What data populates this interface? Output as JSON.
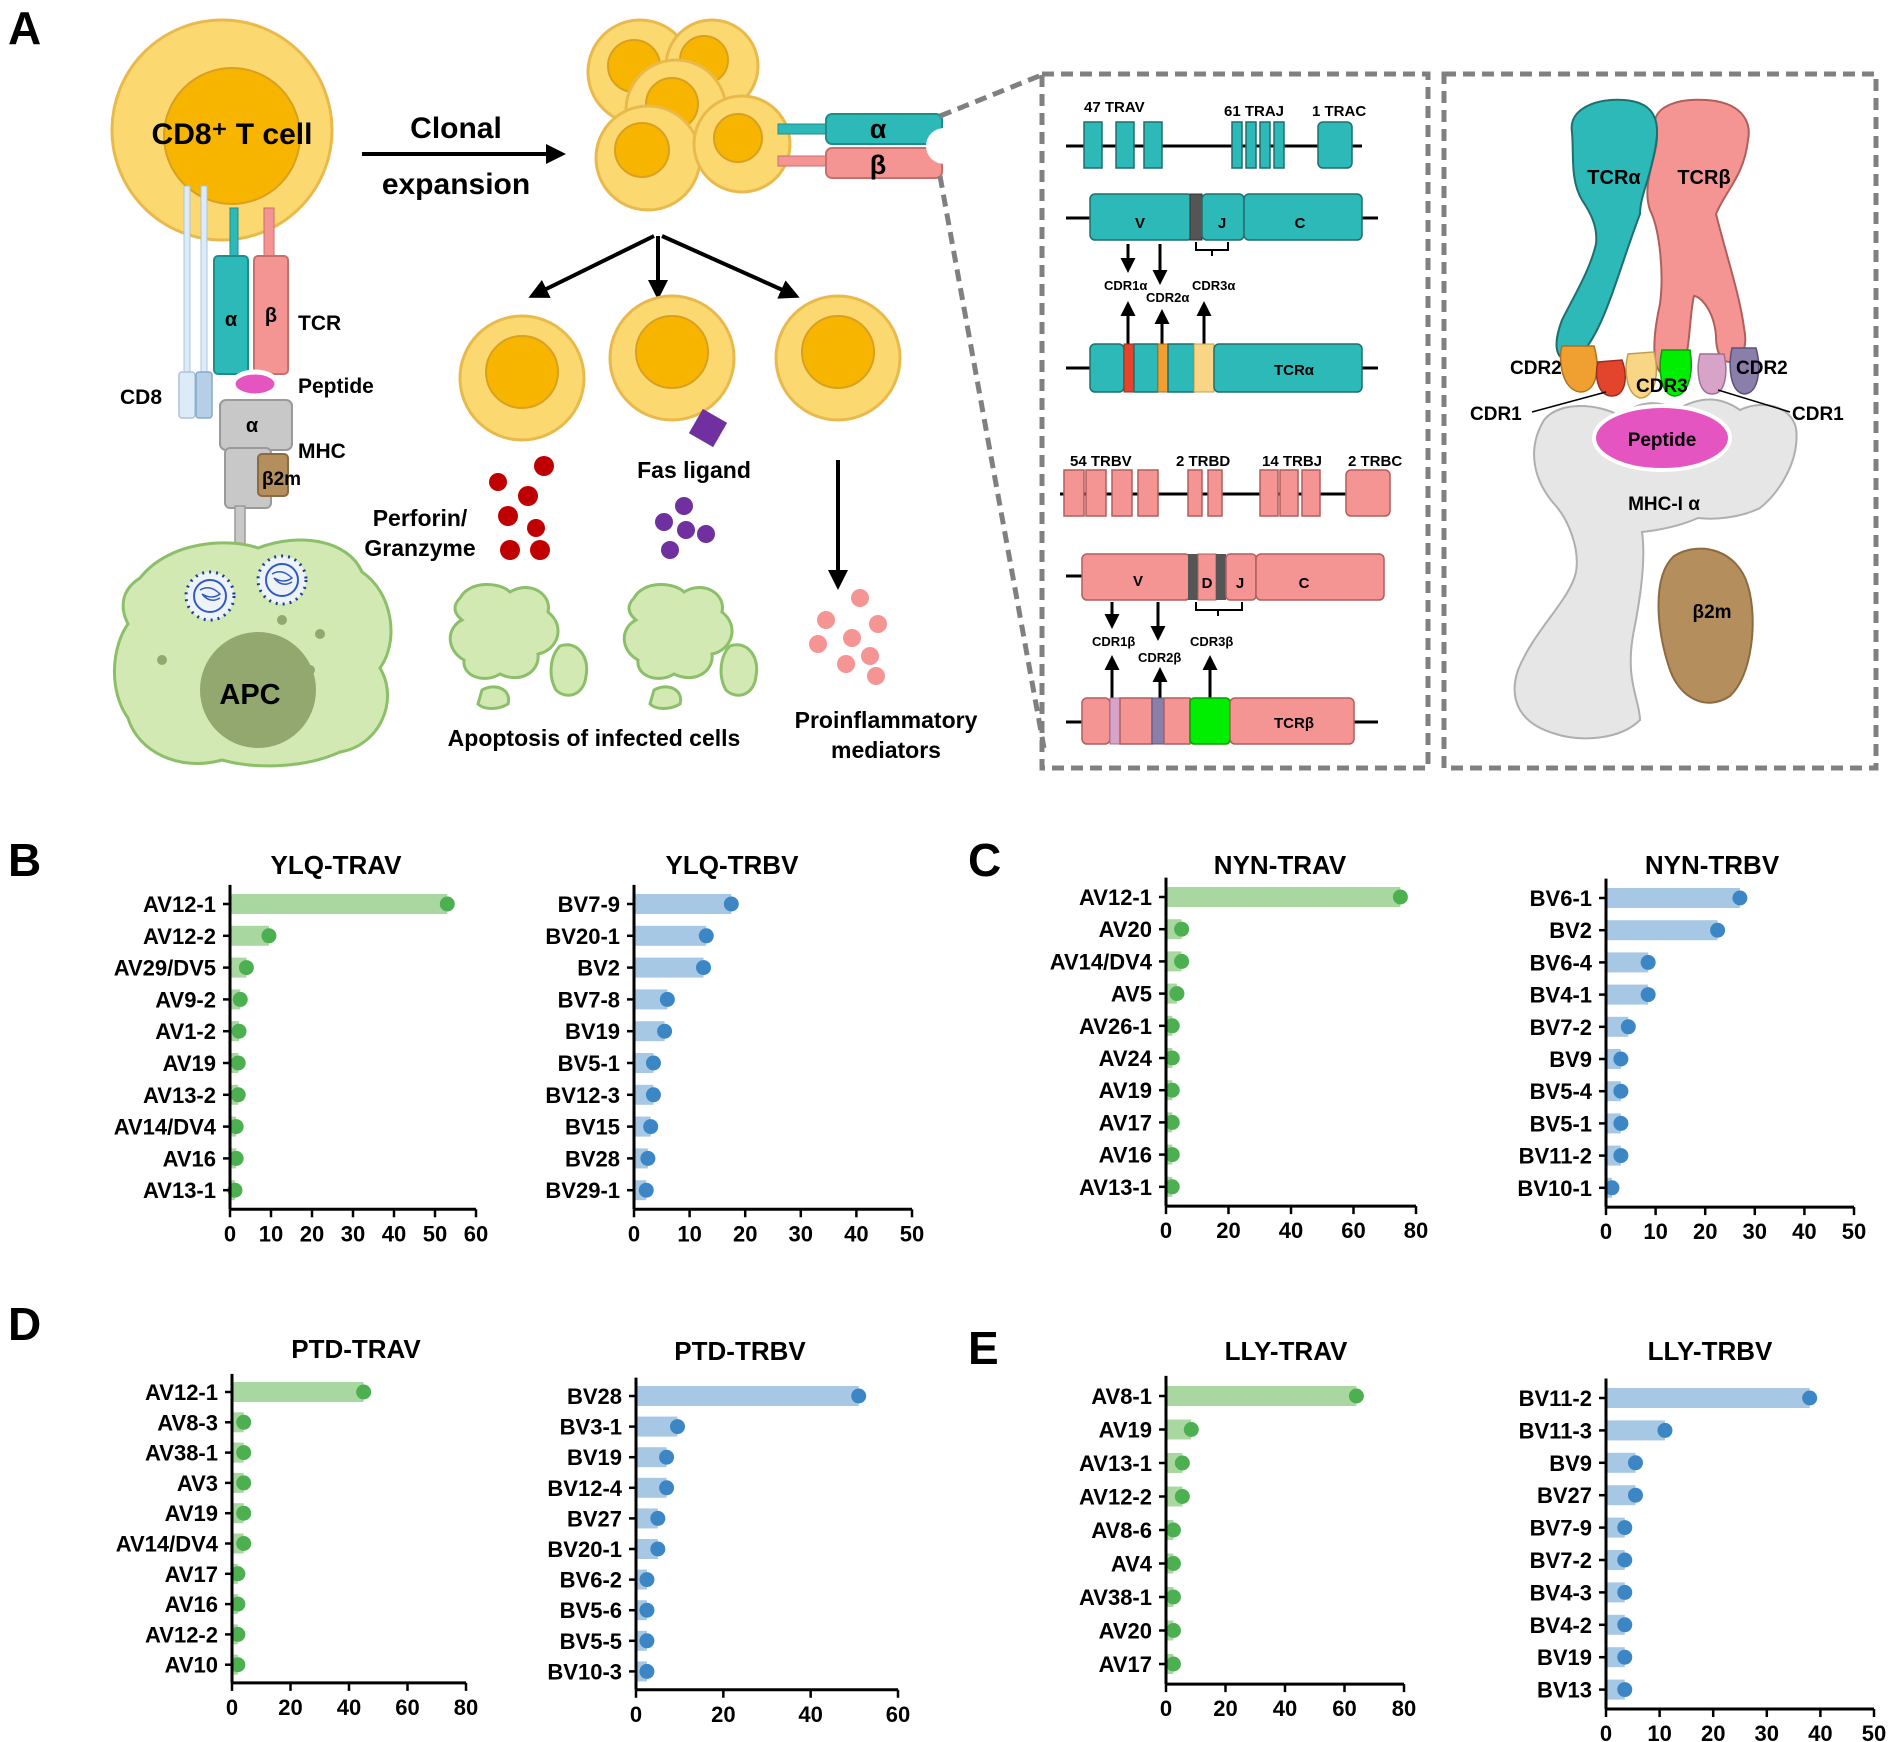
{
  "panels": {
    "A": "A",
    "B": "B",
    "C": "C",
    "D": "D",
    "E": "E"
  },
  "colors": {
    "cell_outer": "#FCD970",
    "cell_inner": "#F8B500",
    "tcr_alpha": "#2DB9B7",
    "tcr_beta": "#F59593",
    "peptide": "#E455C2",
    "mhc": "#C8C8C8",
    "b2m": "#B58E5E",
    "apc_body": "#D3E9B3",
    "apc_nucleus": "#92A86E",
    "cdr3_beta": "#00EE00",
    "trav_bar": "#A8D8A0",
    "trav_dot": "#4CAF50",
    "trbv_bar": "#A6C8E4",
    "trbv_dot": "#3C86C6"
  },
  "diagram": {
    "cd8_t_cell": "CD8⁺ T cell",
    "clonal": "Clonal",
    "expansion": "expansion",
    "alpha": "α",
    "beta": "β",
    "tcr": "TCR",
    "cd8": "CD8",
    "peptide": "Peptide",
    "mhc": "MHC",
    "mhc_alpha": "α",
    "b2m": "β2m",
    "apc": "APC",
    "perforin": "Perforin/",
    "granzyme": "Granzyme",
    "fas_ligand": "Fas ligand",
    "apoptosis": "Apoptosis of infected cells",
    "proinflammatory": "Proinflammatory",
    "mediators": "mediators",
    "trav": "47 TRAV",
    "traj": "61 TRAJ",
    "trac": "1 TRAC",
    "v": "V",
    "j": "J",
    "c": "C",
    "d": "D",
    "cdr1a": "CDR1α",
    "cdr2a": "CDR2α",
    "cdr3a": "CDR3α",
    "tcr_alpha_chain": "TCRα",
    "trbv": "54 TRBV",
    "trbd": "2 TRBD",
    "trbj": "14 TRBJ",
    "trbc": "2 TRBC",
    "cdr1b": "CDR1β",
    "cdr2b": "CDR2β",
    "cdr3b": "CDR3β",
    "tcr_beta_chain": "TCRβ",
    "struct_tcra": "TCRα",
    "struct_tcrb": "TCRβ",
    "cdr2_left": "CDR2",
    "cdr3": "CDR3",
    "cdr2_right": "CDR2",
    "cdr1_left": "CDR1",
    "cdr1_right": "CDR1",
    "struct_peptide": "Peptide",
    "mhc_i_alpha": "MHC-I α",
    "struct_b2m": "β2m"
  },
  "chart_data": [
    {
      "id": "ylq-trav",
      "panel": "B",
      "type": "bar",
      "title": "YLQ-TRAV",
      "color": "trav",
      "categories": [
        "AV12-1",
        "AV12-2",
        "AV29/DV5",
        "AV9-2",
        "AV1-2",
        "AV19",
        "AV13-2",
        "AV14/DV4",
        "AV16",
        "AV13-1"
      ],
      "values": [
        53,
        9.5,
        4,
        2.5,
        2.2,
        2,
        2,
        1.5,
        1.5,
        1.2
      ],
      "xlim": [
        0,
        60
      ],
      "ticks": [
        0,
        10,
        20,
        30,
        40,
        50,
        60
      ]
    },
    {
      "id": "ylq-trbv",
      "panel": "B",
      "type": "bar",
      "title": "YLQ-TRBV",
      "color": "trbv",
      "categories": [
        "BV7-9",
        "BV20-1",
        "BV2",
        "BV7-8",
        "BV19",
        "BV5-1",
        "BV12-3",
        "BV15",
        "BV28",
        "BV29-1"
      ],
      "values": [
        17.5,
        13,
        12.5,
        6,
        5.5,
        3.5,
        3.5,
        3,
        2.5,
        2.2
      ],
      "xlim": [
        0,
        50
      ],
      "ticks": [
        0,
        10,
        20,
        30,
        40,
        50
      ]
    },
    {
      "id": "nyn-trav",
      "panel": "C",
      "type": "bar",
      "title": "NYN-TRAV",
      "color": "trav",
      "categories": [
        "AV12-1",
        "AV20",
        "AV14/DV4",
        "AV5",
        "AV26-1",
        "AV24",
        "AV19",
        "AV17",
        "AV16",
        "AV13-1"
      ],
      "values": [
        75,
        5,
        5,
        3.5,
        2,
        2,
        2,
        2,
        2,
        2
      ],
      "xlim": [
        0,
        80
      ],
      "ticks": [
        0,
        20,
        40,
        60,
        80
      ]
    },
    {
      "id": "nyn-trbv",
      "panel": "C",
      "type": "bar",
      "title": "NYN-TRBV",
      "color": "trbv",
      "categories": [
        "BV6-1",
        "BV2",
        "BV6-4",
        "BV4-1",
        "BV7-2",
        "BV9",
        "BV5-4",
        "BV5-1",
        "BV11-2",
        "BV10-1"
      ],
      "values": [
        27,
        22.5,
        8.5,
        8.5,
        4.5,
        3,
        3,
        3,
        3,
        1.2
      ],
      "xlim": [
        0,
        50
      ],
      "ticks": [
        0,
        10,
        20,
        30,
        40,
        50
      ]
    },
    {
      "id": "ptd-trav",
      "panel": "D",
      "type": "bar",
      "title": "PTD-TRAV",
      "color": "trav",
      "categories": [
        "AV12-1",
        "AV8-3",
        "AV38-1",
        "AV3",
        "AV19",
        "AV14/DV4",
        "AV17",
        "AV16",
        "AV12-2",
        "AV10"
      ],
      "values": [
        45,
        4,
        4,
        4,
        4,
        4,
        2,
        2,
        2,
        2
      ],
      "xlim": [
        0,
        80
      ],
      "ticks": [
        0,
        20,
        40,
        60,
        80
      ]
    },
    {
      "id": "ptd-trbv",
      "panel": "D",
      "type": "bar",
      "title": "PTD-TRBV",
      "color": "trbv",
      "categories": [
        "BV28",
        "BV3-1",
        "BV19",
        "BV12-4",
        "BV27",
        "BV20-1",
        "BV6-2",
        "BV5-6",
        "BV5-5",
        "BV10-3"
      ],
      "values": [
        51,
        9.5,
        7,
        7,
        5,
        5,
        2.5,
        2.5,
        2.5,
        2.5
      ],
      "xlim": [
        0,
        60
      ],
      "ticks": [
        0,
        20,
        40,
        60
      ]
    },
    {
      "id": "lly-trav",
      "panel": "E",
      "type": "bar",
      "title": "LLY-TRAV",
      "color": "trav",
      "categories": [
        "AV8-1",
        "AV19",
        "AV13-1",
        "AV12-2",
        "AV8-6",
        "AV4",
        "AV38-1",
        "AV20",
        "AV17"
      ],
      "values": [
        64,
        8.5,
        5.5,
        5.5,
        2.5,
        2.5,
        2.5,
        2.5,
        2.5
      ],
      "xlim": [
        0,
        80
      ],
      "ticks": [
        0,
        20,
        40,
        60,
        80
      ]
    },
    {
      "id": "lly-trbv",
      "panel": "E",
      "type": "bar",
      "title": "LLY-TRBV",
      "color": "trbv",
      "categories": [
        "BV11-2",
        "BV11-3",
        "BV9",
        "BV27",
        "BV7-9",
        "BV7-2",
        "BV4-3",
        "BV4-2",
        "BV19",
        "BV13"
      ],
      "values": [
        38,
        11,
        5.5,
        5.5,
        3.5,
        3.5,
        3.5,
        3.5,
        3.5,
        3.5
      ],
      "xlim": [
        0,
        50
      ],
      "ticks": [
        0,
        10,
        20,
        30,
        40,
        50
      ]
    }
  ]
}
